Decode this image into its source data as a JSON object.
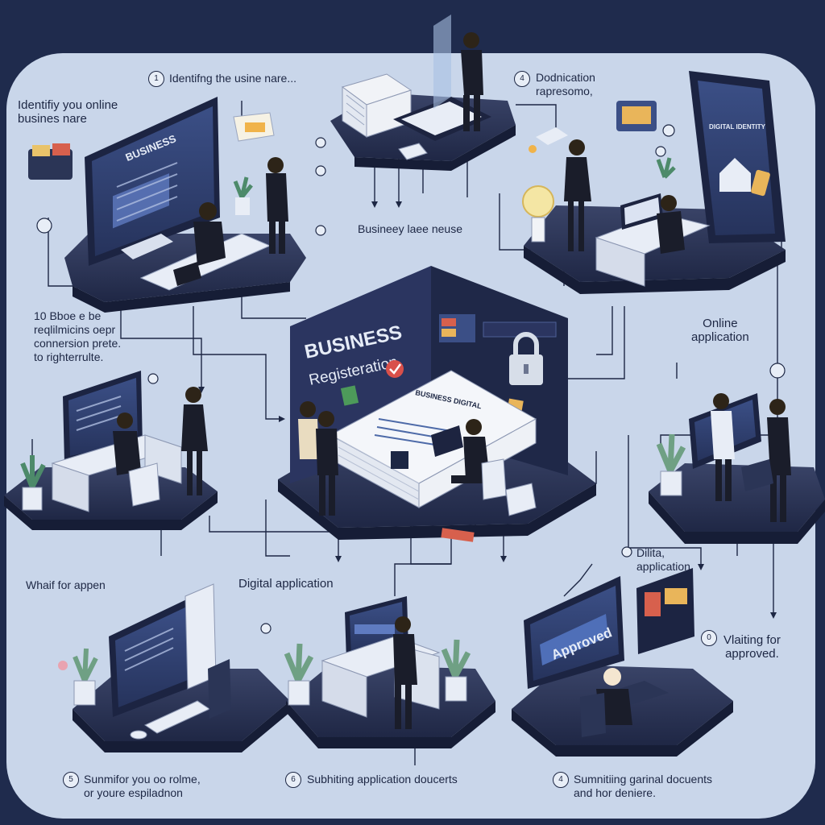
{
  "labels": {
    "top_left": "Identifiy you online\nbusines nare",
    "step1": "Identifng the usine nare...",
    "step2": "Dodnication\nrapresomo,",
    "center_top": "Busineey laee neuse",
    "left_mid": "10 Bboe e be\nreqlilmicins oepr\nconnersion prete.\nto righterrulte.",
    "right_mid": "Online\napplication",
    "wait": "Whaif for appen",
    "digital_application": "Digital application",
    "digital_right": "Dilita,\napplication",
    "waiting": "Vlaiting for\napproved.",
    "bottom1": "Sunmifor you oo rolme,\nor youre espiladnon",
    "bottom2": "Subhiting application doucerts",
    "bottom3": "Sumnitiing garinal docuents\nand hor deniere."
  },
  "badges": {
    "step1": "1",
    "step2": "4",
    "waiting": "0",
    "bottom1": "5",
    "bottom2": "6",
    "bottom3": "4"
  },
  "center": {
    "title_line1": "BUSINESS",
    "title_line2": "Registeration",
    "form_header": "BUSINESS DIGITAL"
  },
  "screens": {
    "business": "BUSINESS",
    "approved": "Approved",
    "phone_title": "DIGITAL IDENTITY"
  },
  "colors": {
    "background": "#1f2b4d",
    "panel": "#c9d6ea",
    "platform": "#2b3556",
    "connector": "#1d2744"
  }
}
